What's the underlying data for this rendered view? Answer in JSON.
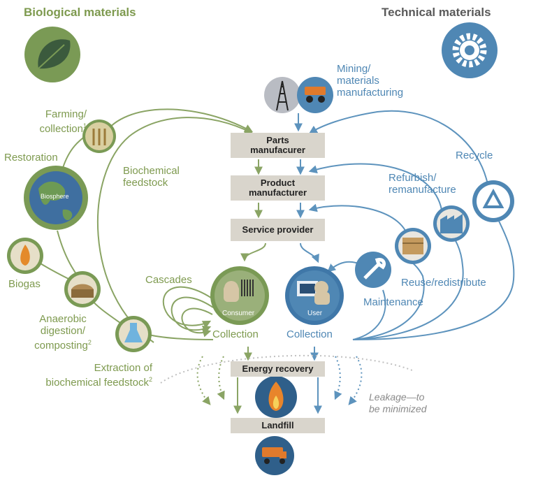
{
  "headers": {
    "biological": "Biological materials",
    "technical": "Technical materials"
  },
  "biological": {
    "farming": "Farming/",
    "collection": "collection",
    "farming_sup": "1",
    "restoration": "Restoration",
    "biosphere": "Biosphere",
    "biochemical_feedstock_1": "Biochemical",
    "biochemical_feedstock_2": "feedstock",
    "biogas": "Biogas",
    "anaerobic_1": "Anaerobic",
    "anaerobic_2": "digestion/",
    "anaerobic_3": "composting",
    "anaerobic_sup": "2",
    "extraction_1": "Extraction of",
    "extraction_2": "biochemical feedstock",
    "extraction_sup": "2",
    "cascades": "Cascades",
    "consumer": "Consumer",
    "collection_consumer": "Collection"
  },
  "technical": {
    "mining_1": "Mining/",
    "mining_2": "materials",
    "mining_3": "manufacturing",
    "recycle": "Recycle",
    "refurbish_1": "Refurbish/",
    "refurbish_2": "remanufacture",
    "reuse": "Reuse/redistribute",
    "maintenance": "Maintenance",
    "user": "User",
    "collection_user": "Collection"
  },
  "boxes": {
    "parts_1": "Parts",
    "parts_2": "manufacurer",
    "product_1": "Product",
    "product_2": "manufacturer",
    "service": "Service provider",
    "energy": "Energy recovery",
    "landfill": "Landfill"
  },
  "leakage_1": "Leakage—to",
  "leakage_2": "be minimized",
  "colors": {
    "green": "#7e9a4f",
    "dark_green": "#5b7b52",
    "blue": "#4f87b4",
    "box": "#d9d5cc"
  }
}
